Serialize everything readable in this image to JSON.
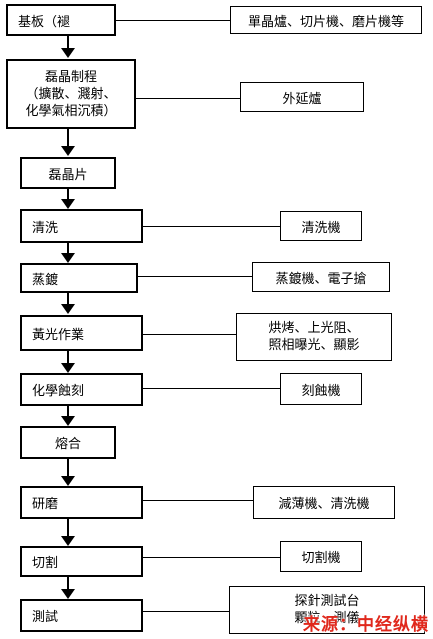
{
  "steps": [
    {
      "id": "substrate",
      "label": "基板（褪"
    },
    {
      "id": "epi",
      "lines": [
        "磊晶制程",
        "（擴散、濺射、",
        "化學氣相沉積）"
      ]
    },
    {
      "id": "wafer",
      "label": "磊晶片"
    },
    {
      "id": "clean",
      "label": "清洗"
    },
    {
      "id": "evap",
      "label": "蒸鍍"
    },
    {
      "id": "litho",
      "label": "黃光作業"
    },
    {
      "id": "etch",
      "label": "化學蝕刻"
    },
    {
      "id": "fuse",
      "label": "熔合"
    },
    {
      "id": "grind",
      "label": "研磨"
    },
    {
      "id": "cut",
      "label": "切割"
    },
    {
      "id": "test",
      "label": "測試"
    }
  ],
  "equipment": {
    "substrate": "單晶爐、切片機、磨片機等",
    "epi": "外延爐",
    "clean": "清洗機",
    "evap": "蒸鍍機、電子搶",
    "litho": [
      "烘烤、上光阻、",
      "照相曝光、顯影"
    ],
    "etch": "刻蝕機",
    "grind": "減薄機、清洗機",
    "cut": "切割機",
    "test": [
      "探針測試台",
      "顆粒　測儀"
    ]
  },
  "watermark": "来源：中经纵横"
}
